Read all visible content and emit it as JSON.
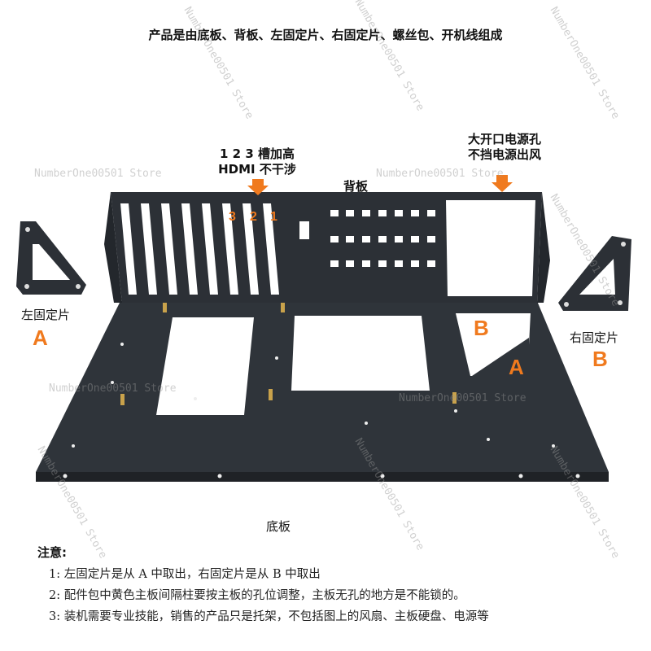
{
  "title": "产品是由底板、背板、左固定片、右固定片、螺丝包、开机线组成",
  "callout_slots": {
    "line1": "1 2 3 槽加高",
    "line2": "HDMI 不干涉"
  },
  "callout_psu": {
    "line1": "大开口电源孔",
    "line2": "不挡电源出风"
  },
  "label_back_panel": "背板",
  "label_bottom_panel": "底板",
  "label_left_bracket": "左固定片",
  "label_right_bracket": "右固定片",
  "letters": {
    "left": "A",
    "right": "B",
    "hole_b": "B",
    "hole_a": "A"
  },
  "slot_numbers": [
    "3",
    "2",
    "1"
  ],
  "notes_title": "注意:",
  "notes": [
    "1: 左固定片是从 A 中取出，右固定片是从 B 中取出",
    "2: 配件包中黄色主板间隔柱要按主板的孔位调整，主板无孔的地方是不能锁的。",
    "3: 装机需要专业技能，销售的产品只是托架，不包括图上的风扇、主板硬盘、电源等"
  ],
  "watermark": "NumberOne00501 Store",
  "colors": {
    "accent": "#f07a1e",
    "metal": "#2e3238"
  }
}
